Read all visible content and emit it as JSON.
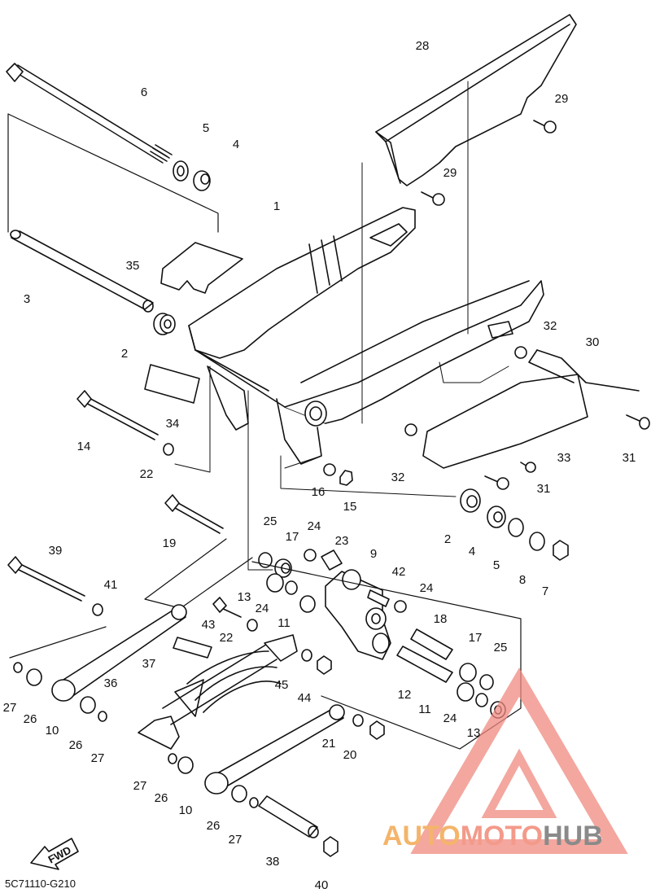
{
  "diagram": {
    "code": "5C71110-G210",
    "fwd_label": "FWD",
    "watermark": {
      "part1": "AUTO",
      "part2": "MOTO",
      "part3": "HUB"
    },
    "colors": {
      "line": "#111111",
      "watermark_triangle": "#f08a80",
      "watermark_auto": "#f4b46a",
      "watermark_moto": "#f39a8a",
      "watermark_hub": "#8a8a8a"
    },
    "callouts": [
      {
        "id": "c28",
        "label": "28"
      },
      {
        "id": "c6",
        "label": "6"
      },
      {
        "id": "c29a",
        "label": "29"
      },
      {
        "id": "c5a",
        "label": "5"
      },
      {
        "id": "c4a",
        "label": "4"
      },
      {
        "id": "c29b",
        "label": "29"
      },
      {
        "id": "c1",
        "label": "1"
      },
      {
        "id": "c35",
        "label": "35"
      },
      {
        "id": "c3",
        "label": "3"
      },
      {
        "id": "c2a",
        "label": "2"
      },
      {
        "id": "c32a",
        "label": "32"
      },
      {
        "id": "c30",
        "label": "30"
      },
      {
        "id": "c34",
        "label": "34"
      },
      {
        "id": "c14",
        "label": "14"
      },
      {
        "id": "c22a",
        "label": "22"
      },
      {
        "id": "c31a",
        "label": "31"
      },
      {
        "id": "c33",
        "label": "33"
      },
      {
        "id": "c32b",
        "label": "32"
      },
      {
        "id": "c16",
        "label": "16"
      },
      {
        "id": "c15",
        "label": "15"
      },
      {
        "id": "c31b",
        "label": "31"
      },
      {
        "id": "c19",
        "label": "19"
      },
      {
        "id": "c25a",
        "label": "25"
      },
      {
        "id": "c24a",
        "label": "24"
      },
      {
        "id": "c17a",
        "label": "17"
      },
      {
        "id": "c23",
        "label": "23"
      },
      {
        "id": "c9",
        "label": "9"
      },
      {
        "id": "c2b",
        "label": "2"
      },
      {
        "id": "c4b",
        "label": "4"
      },
      {
        "id": "c5b",
        "label": "5"
      },
      {
        "id": "c8",
        "label": "8"
      },
      {
        "id": "c7",
        "label": "7"
      },
      {
        "id": "c39",
        "label": "39"
      },
      {
        "id": "c41",
        "label": "41"
      },
      {
        "id": "c13a",
        "label": "13"
      },
      {
        "id": "c24b",
        "label": "24"
      },
      {
        "id": "c42",
        "label": "42"
      },
      {
        "id": "c24c",
        "label": "24"
      },
      {
        "id": "c43",
        "label": "43"
      },
      {
        "id": "c22b",
        "label": "22"
      },
      {
        "id": "c11a",
        "label": "11"
      },
      {
        "id": "c18",
        "label": "18"
      },
      {
        "id": "c37",
        "label": "37"
      },
      {
        "id": "c17b",
        "label": "17"
      },
      {
        "id": "c25b",
        "label": "25"
      },
      {
        "id": "c36",
        "label": "36"
      },
      {
        "id": "c45",
        "label": "45"
      },
      {
        "id": "c44",
        "label": "44"
      },
      {
        "id": "c12",
        "label": "12"
      },
      {
        "id": "c11b",
        "label": "11"
      },
      {
        "id": "c24d",
        "label": "24"
      },
      {
        "id": "c27a",
        "label": "27"
      },
      {
        "id": "c26a",
        "label": "26"
      },
      {
        "id": "c10a",
        "label": "10"
      },
      {
        "id": "c26b",
        "label": "26"
      },
      {
        "id": "c27b",
        "label": "27"
      },
      {
        "id": "c13b",
        "label": "13"
      },
      {
        "id": "c21",
        "label": "21"
      },
      {
        "id": "c20",
        "label": "20"
      },
      {
        "id": "c27c",
        "label": "27"
      },
      {
        "id": "c26c",
        "label": "26"
      },
      {
        "id": "c10b",
        "label": "10"
      },
      {
        "id": "c26d",
        "label": "26"
      },
      {
        "id": "c27d",
        "label": "27"
      },
      {
        "id": "c38",
        "label": "38"
      },
      {
        "id": "c40",
        "label": "40"
      }
    ]
  }
}
